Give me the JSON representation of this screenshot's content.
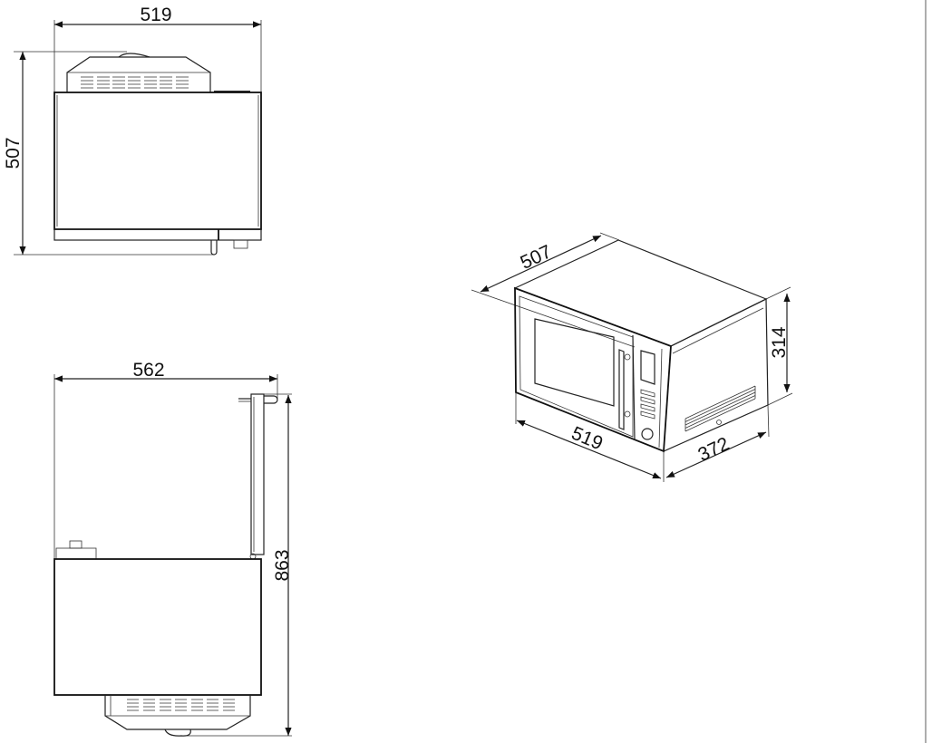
{
  "drawing": {
    "top_view": {
      "width_label": "519",
      "depth_label": "507"
    },
    "side_view": {
      "depth_door_open_label": "562",
      "height_door_open_label": "863"
    },
    "iso_view": {
      "depth_label": "507",
      "width_label": "519",
      "side_depth_label": "372",
      "height_label": "314"
    },
    "line_color": "#222222",
    "background_color": "#ffffff"
  }
}
